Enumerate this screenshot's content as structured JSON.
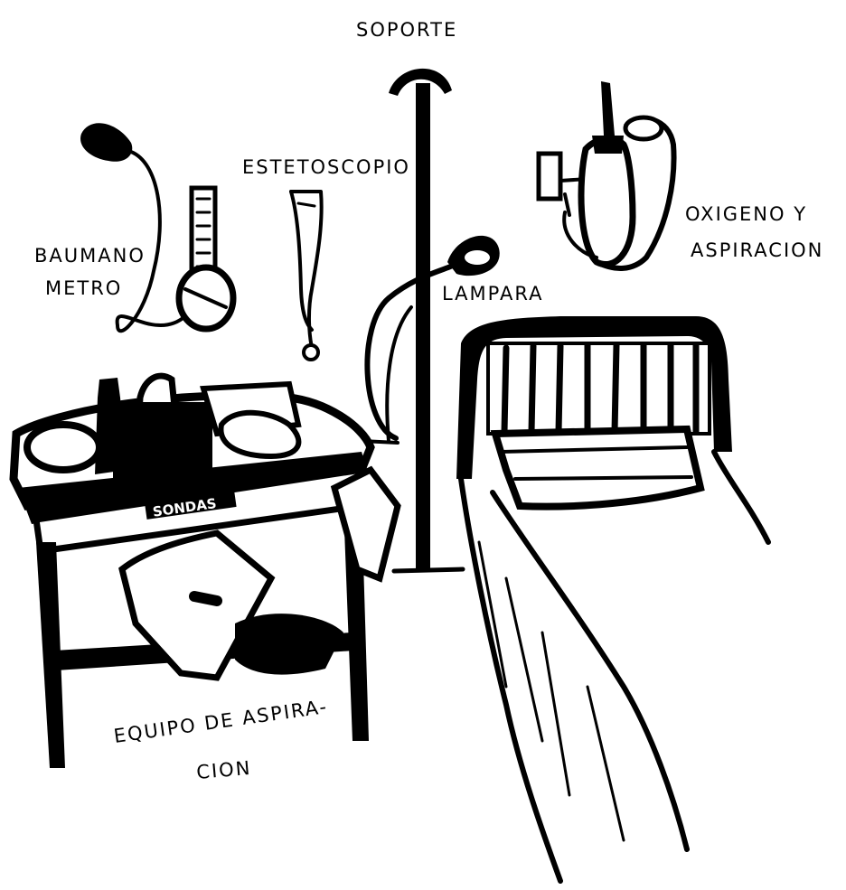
{
  "labels": {
    "soporte": "SOPORTE",
    "estetoscopio": "ESTETOSCOPIO",
    "baumanometro_1": "BAUMANO",
    "baumanometro_2": "METRO",
    "lampara": "LAMPARA",
    "oxigeno_1": "OXIGENO  Y",
    "oxigeno_2": "ASPIRACION",
    "equipo_1": "EQUIPO  DE  ASPIRA-",
    "equipo_2": "CION",
    "tray_label": "SONDAS"
  },
  "colors": {
    "ink": "#000000",
    "paper": "#ffffff"
  }
}
